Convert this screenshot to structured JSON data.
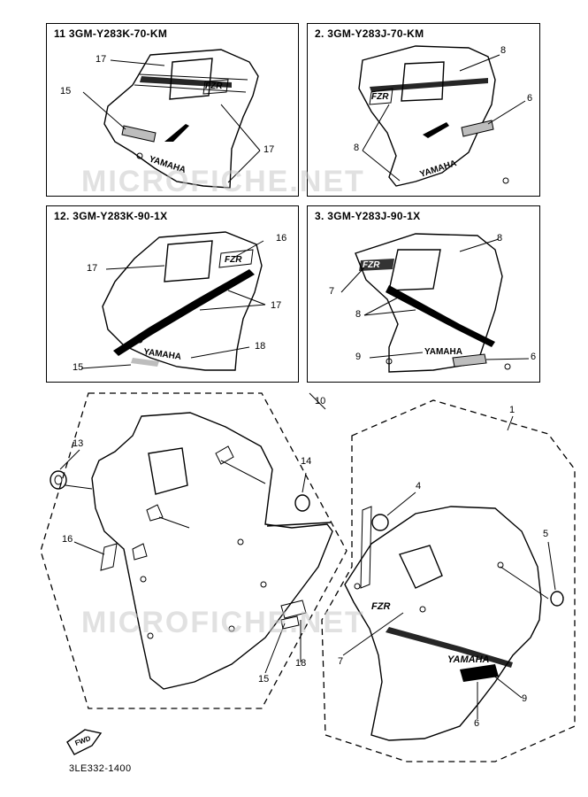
{
  "panels": [
    {
      "id": "p11",
      "title": "11  3GM-Y283K-70-KM",
      "callouts": [
        "17",
        "15",
        "17"
      ]
    },
    {
      "id": "p2",
      "title": "2. 3GM-Y283J-70-KM",
      "callouts": [
        "8",
        "6",
        "8"
      ]
    },
    {
      "id": "p12",
      "title": "12. 3GM-Y283K-90-1X",
      "callouts": [
        "16",
        "17",
        "17",
        "18",
        "15"
      ]
    },
    {
      "id": "p3",
      "title": "3. 3GM-Y283J-90-1X",
      "callouts": [
        "8",
        "7",
        "8",
        "9",
        "6"
      ]
    }
  ],
  "assembly_left": {
    "group": "10",
    "callouts": [
      "13",
      "14",
      "16",
      "15",
      "18"
    ]
  },
  "assembly_right": {
    "group": "1",
    "callouts": [
      "4",
      "5",
      "7",
      "9",
      "6"
    ]
  },
  "decal_text": {
    "brand": "YAMAHA",
    "model": "FZR"
  },
  "fwd_label": "FWD",
  "drawing_code": "3LE332-1400",
  "watermark": "MICROFICHE.NET"
}
